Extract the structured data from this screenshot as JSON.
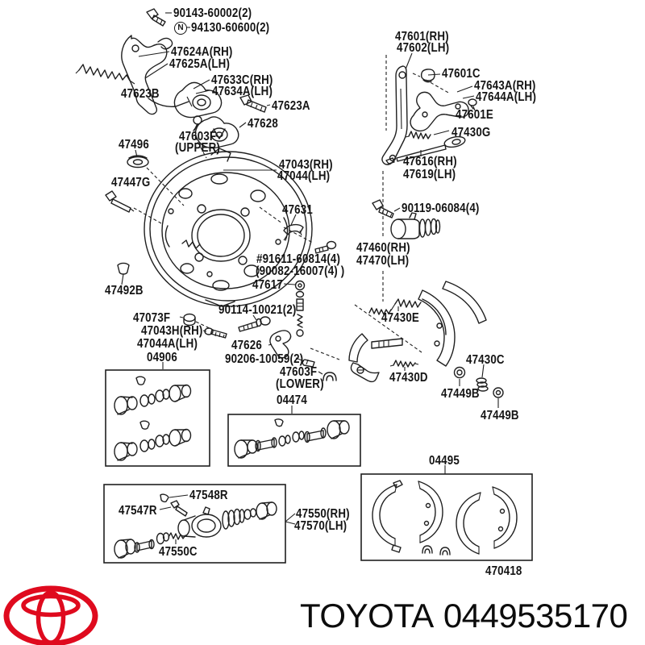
{
  "diagram": {
    "nut_marker": "N",
    "callouts": [
      "90143-60002(2)",
      "94130-60600(2)",
      "47624A(RH)",
      "47625A(LH)",
      "47623B",
      "47633C(RH)",
      "47634A(LH)",
      "47623A",
      "47628",
      "47603F",
      "(UPPER)",
      "47496",
      "47447G",
      "47043(RH)",
      "47044(LH)",
      "47631",
      "#91611-60814(4)",
      "(90082-16007(4) )",
      "47492B",
      "47617",
      "90114-10021(2)",
      "47073F",
      "47043H(RH)",
      "47044A(LH)",
      "47626",
      "90206-10059(2)",
      "47603F",
      "(LOWER)",
      "04906",
      "04474",
      "47548R",
      "47547R",
      "47550C",
      "47550(RH)",
      "47570(LH)",
      "47601(RH)",
      "47602(LH)",
      "47601C",
      "47643A(RH)",
      "47644A(LH)",
      "47601E",
      "47430G",
      "47616(RH)",
      "47619(LH)",
      "90119-06084(4)",
      "47460(RH)",
      "47470(LH)",
      "47430E",
      "47430D",
      "47430C",
      "47449B",
      "47449B",
      "04495",
      "470418"
    ]
  },
  "footer": {
    "brand": "TOYOTA",
    "part_number": "0449535170"
  },
  "colors": {
    "line": "#1f1f1f",
    "text": "#141414",
    "toyota_red": "#df0a1e",
    "background": "#ffffff"
  }
}
